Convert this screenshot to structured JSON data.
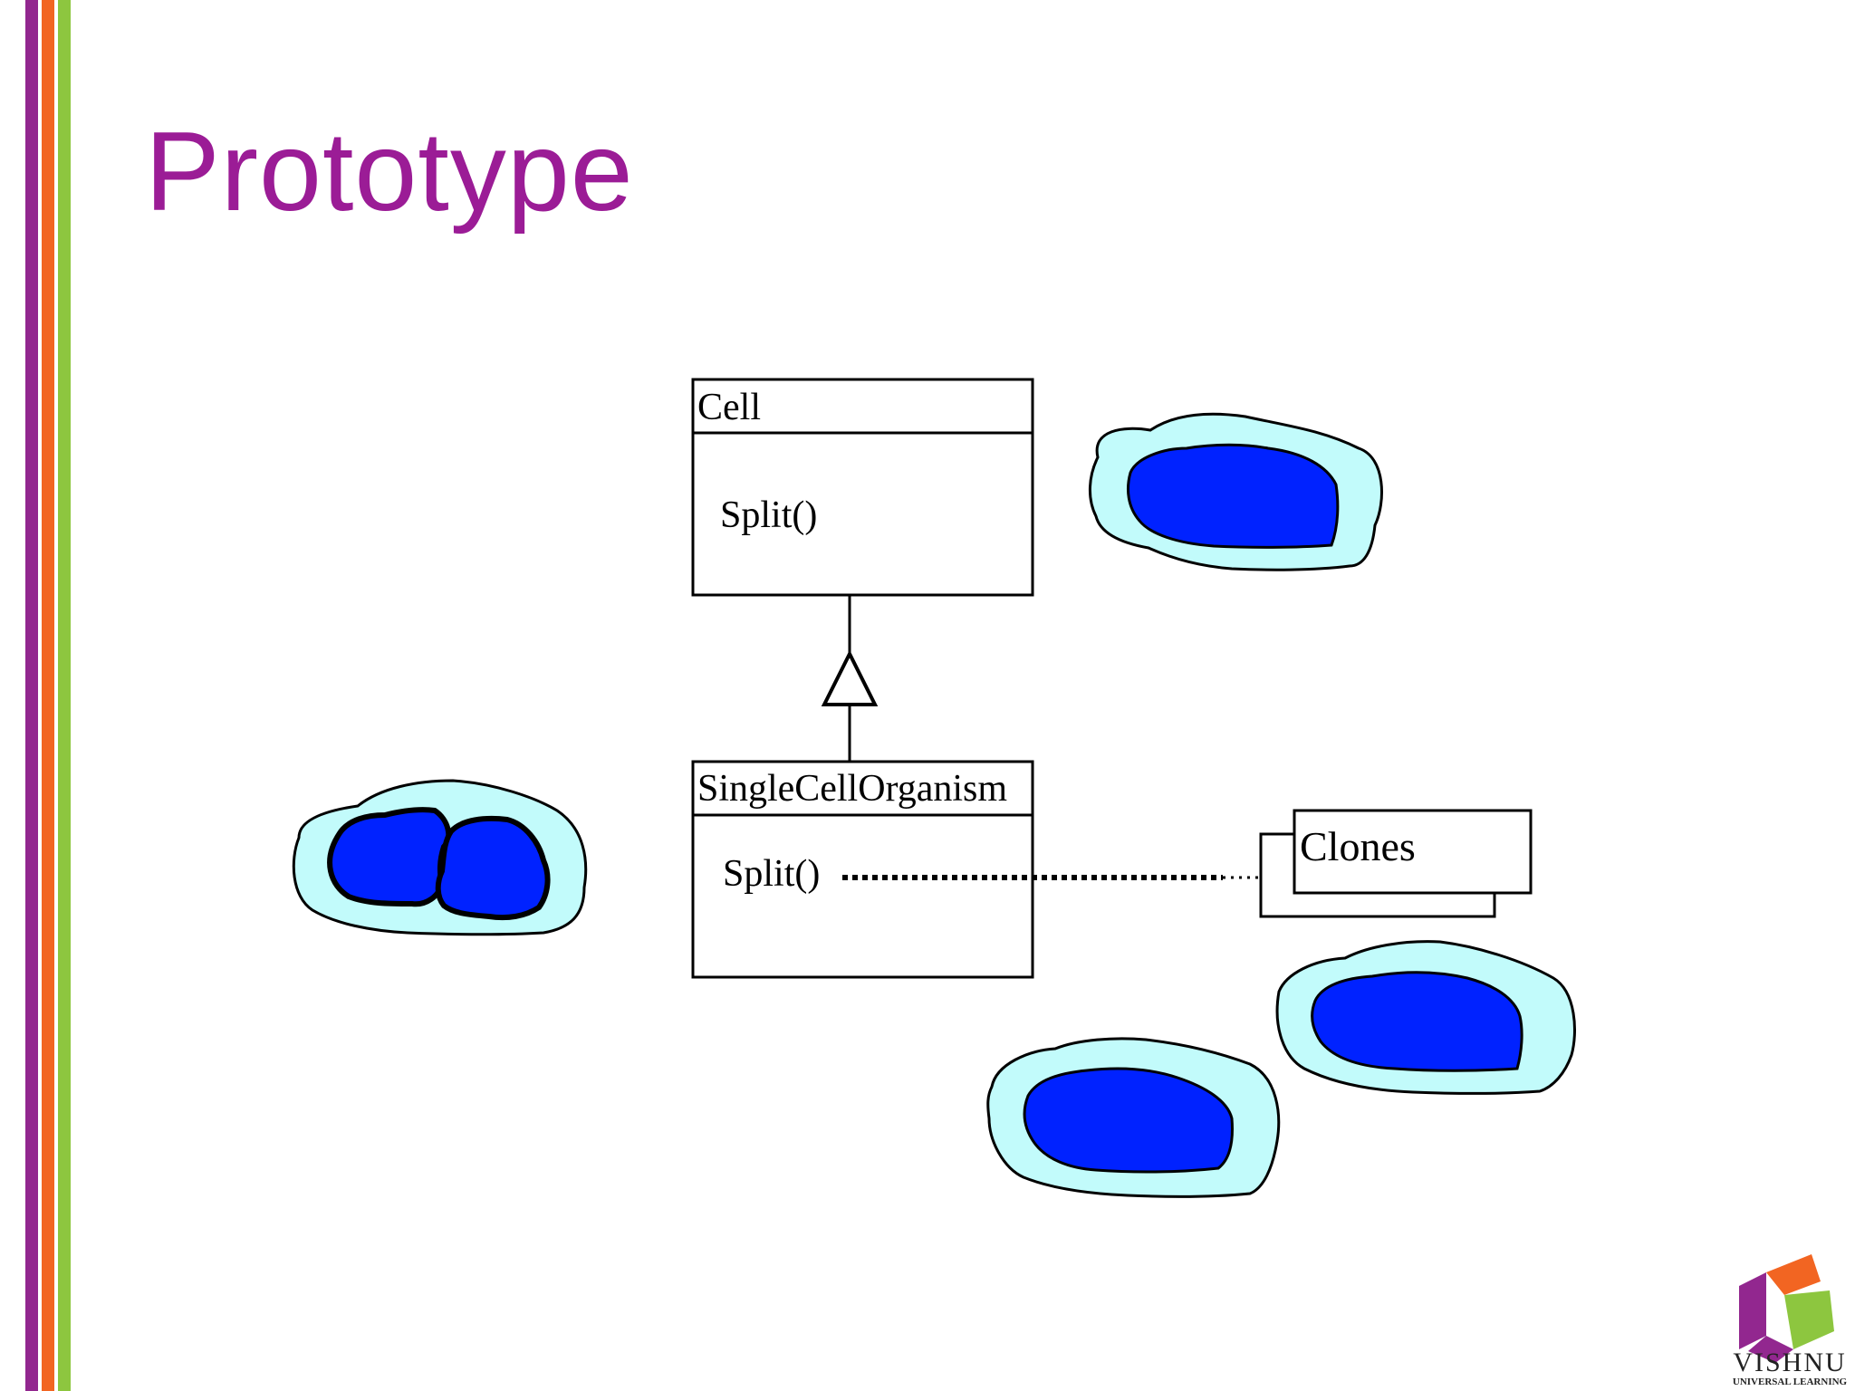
{
  "slide": {
    "title": "Prototype"
  },
  "diagram": {
    "parent_class": {
      "name": "Cell",
      "method": "Split()"
    },
    "child_class": {
      "name": "SingleCellOrganism",
      "method": "Split()"
    },
    "note": {
      "label": "Clones"
    },
    "colors": {
      "cell_outer": "#c2fbfb",
      "cell_nucleus": "#0022ff",
      "line": "#000000"
    }
  },
  "logo": {
    "name": "VISHNU",
    "tagline": "UNIVERSAL LEARNING",
    "colors": [
      "#92278f",
      "#f26522",
      "#8dc63f"
    ]
  },
  "decoration": {
    "stripe_colors": [
      "#92278f",
      "#f26522",
      "#8dc63f"
    ]
  }
}
